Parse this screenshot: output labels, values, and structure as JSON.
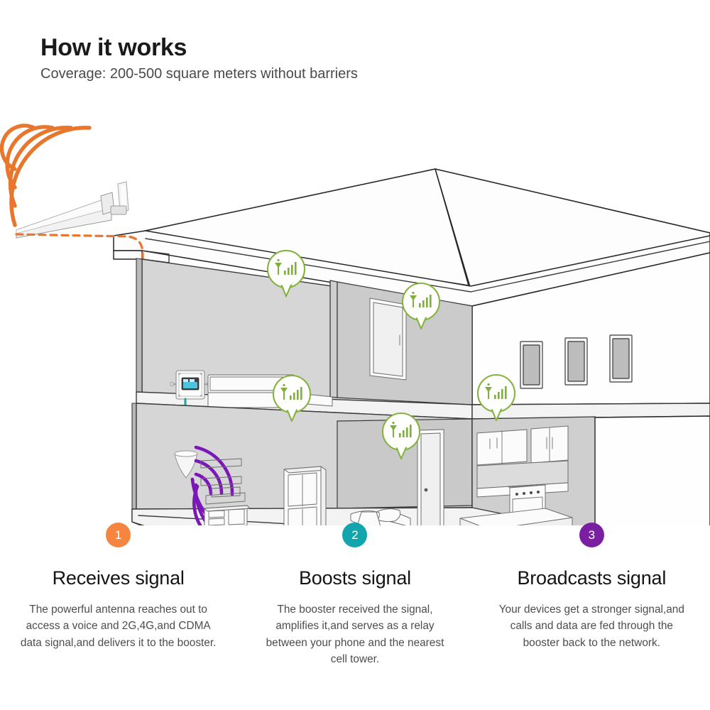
{
  "header": {
    "title": "How it works",
    "subtitle": "Coverage: 200-500 square meters without barriers"
  },
  "illustration": {
    "name": "cell-signal-booster-house-cutaway-diagram",
    "outdoor_antenna": {
      "label": "outdoor-log-periodic-antenna",
      "wave_color": "#E8762C",
      "wave_count": 4
    },
    "cable": {
      "outdoor_cable_color": "#E8762C",
      "outdoor_cable_style": "dashed",
      "indoor_cable_color": "#15A9A0",
      "indoor_cable_style": "solid"
    },
    "booster": {
      "label": "signal-booster-unit",
      "display_color": "#4EC3E0"
    },
    "indoor_antenna": {
      "label": "indoor-dome-antenna",
      "wave_color": "#7B16B8",
      "wave_count": 4
    },
    "signal_bubbles": {
      "color": "#7FAF3C",
      "count": 5,
      "positions": [
        "bedroom-upper",
        "hallway-upper",
        "shelf-lower",
        "living-room-lower",
        "kitchen-lower"
      ]
    },
    "house": {
      "stroke": "#3a3a3a",
      "wall_fill": "#d8d8d8",
      "floor_fill": "#f4f4f4",
      "roof_fill": "#fdfdfd"
    }
  },
  "steps": [
    {
      "number": "1",
      "color": "#F5853F",
      "title": "Receives signal",
      "description": "The powerful antenna reaches out to access a voice and 2G,4G,and CDMA data signal,and delivers it to the booster."
    },
    {
      "number": "2",
      "color": "#13A5AC",
      "title": "Boosts signal",
      "description": "The booster received the signal, amplifies it,and serves as a relay between your phone and the nearest cell tower."
    },
    {
      "number": "3",
      "color": "#7B1FA2",
      "title": "Broadcasts signal",
      "description": "Your devices get a stronger signal,and calls and data are fed through the booster back to the network."
    }
  ]
}
